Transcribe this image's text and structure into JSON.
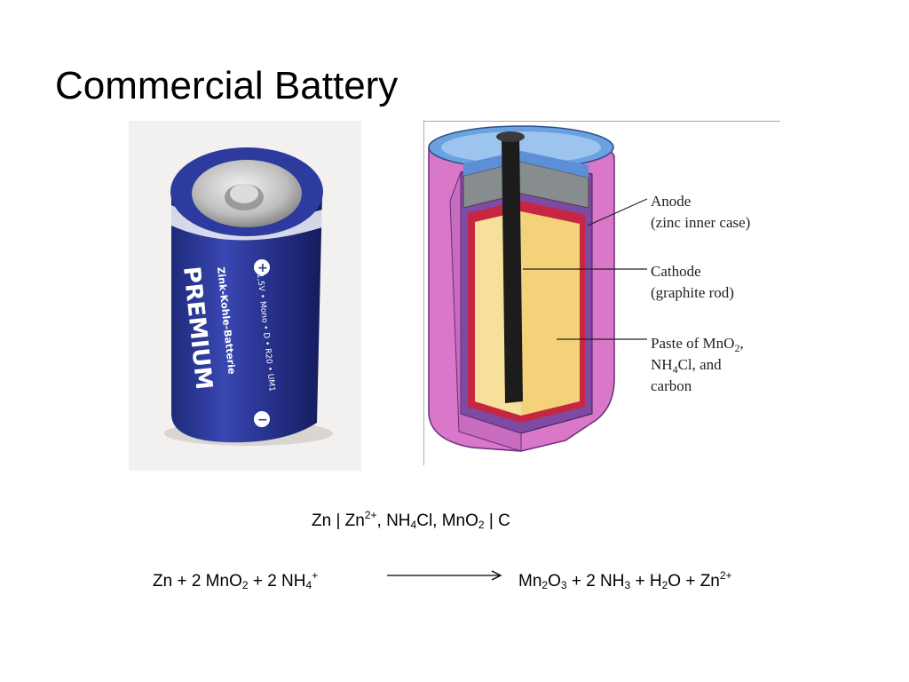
{
  "slide": {
    "title": "Commercial Battery"
  },
  "photo": {
    "label_brand": "PREMIUM",
    "label_type": "Zink-Kohle-Batterie",
    "label_spec": "1,5V • Mono • D • R20 • UM1",
    "plus_sign": "+",
    "minus_sign": "−"
  },
  "diagram": {
    "anode_line1": "Anode",
    "anode_line2": "(zinc inner case)",
    "cathode_line1": "Cathode",
    "cathode_line2": "(graphite rod)",
    "paste_line1": "Paste of MnO",
    "paste_sub1": "2",
    "paste_comma": ",",
    "paste_line2a": "NH",
    "paste_sub2": "4",
    "paste_line2b": "Cl, and",
    "paste_line3": "carbon"
  },
  "cell_notation": {
    "p1": "Zn | Zn",
    "s1": "2+",
    "p2": ", NH",
    "s2": "4",
    "p3": "Cl, MnO",
    "s3": "2",
    "p4": " | C"
  },
  "reaction_left": {
    "p1": "Zn  +  2 MnO",
    "s1": "2",
    "p2": "  +  2 NH",
    "s2": "4",
    "sup1": "+"
  },
  "reaction_right": {
    "p1": "Mn",
    "s1": "2",
    "p2": "O",
    "s2": "3",
    "p3": "  +  2 NH",
    "s3": "3",
    "p4": "  +  H",
    "s4": "2",
    "p5": "O  +  Zn",
    "sup1": "2+"
  }
}
